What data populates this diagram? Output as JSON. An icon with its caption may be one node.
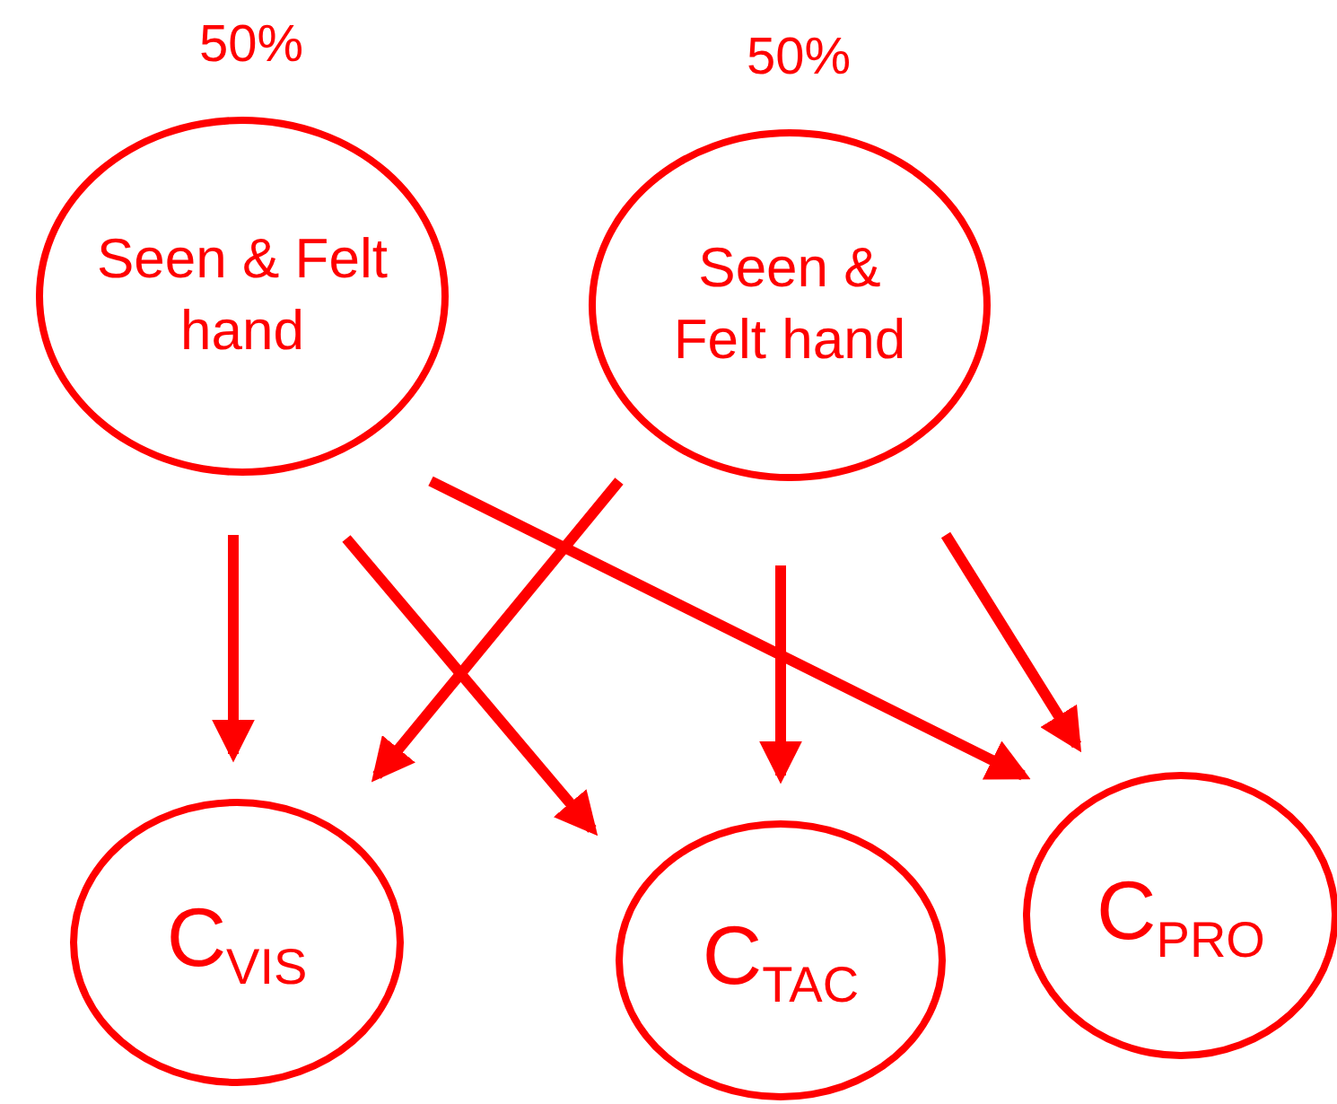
{
  "diagram": {
    "nodes": [
      {
        "text": [
          "Seen & Felt hand"
        ],
        "beside": [
          "50%"
        ]
      },
      {
        "text": [
          "Seen & Felt hand"
        ],
        "beside": [
          "50%"
        ]
      },
      {
        "text": [
          "C$_{VIS}$"
        ]
      },
      {
        "text": [
          "C$_{TAC}$"
        ]
      },
      {
        "text": [
          "C$_{PRO}$"
        ]
      }
    ],
    "edges": [
      {
        "from": 0,
        "to": 2,
        "arrow": "to"
      },
      {
        "from": 0,
        "to": 3,
        "arrow": "to"
      },
      {
        "from": 0,
        "to": 4,
        "arrow": "to"
      },
      {
        "from": 1,
        "to": 2,
        "arrow": "to"
      },
      {
        "from": 1,
        "to": 3,
        "arrow": "to"
      },
      {
        "from": 1,
        "to": 4,
        "arrow": "to"
      }
    ]
  }
}
